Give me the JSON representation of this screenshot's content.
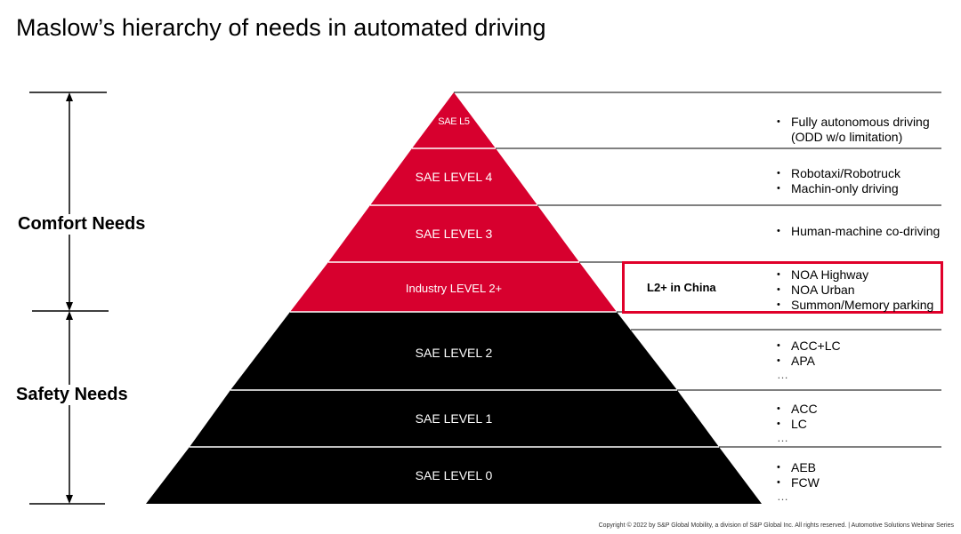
{
  "title": "Maslow’s hierarchy of needs in automated driving",
  "side_labels": {
    "comfort": "Comfort Needs",
    "safety": "Safety Needs"
  },
  "levels": [
    {
      "label": "SAE L5",
      "color": "#d7002e"
    },
    {
      "label": "SAE LEVEL 4",
      "color": "#d7002e"
    },
    {
      "label": "SAE LEVEL 3",
      "color": "#d7002e"
    },
    {
      "label": "Industry LEVEL 2+",
      "color": "#d7002e"
    },
    {
      "label": "SAE LEVEL 2",
      "color": "#000000"
    },
    {
      "label": "SAE LEVEL 1",
      "color": "#000000"
    },
    {
      "label": "SAE LEVEL 0",
      "color": "#000000"
    }
  ],
  "descriptions": {
    "l5": [
      "Fully autonomous driving",
      "(ODD w/o limitation)"
    ],
    "l4": [
      "Robotaxi/Robotruck",
      "Machin-only driving"
    ],
    "l3": [
      "Human-machine co-driving"
    ],
    "l2plus": [
      "NOA Highway",
      "NOA Urban",
      "Summon/Memory parking"
    ],
    "l2": [
      "ACC+LC",
      "APA"
    ],
    "l1": [
      "ACC",
      "LC"
    ],
    "l0": [
      "AEB",
      "FCW"
    ],
    "ellipsis": "…"
  },
  "highlight": {
    "label": "L2+ in China",
    "color": "#e0002a"
  },
  "copyright": "Copyright © 2022 by S&P Global Mobility, a division of S&P Global Inc. All rights reserved. | Automotive Solutions Webinar Series"
}
